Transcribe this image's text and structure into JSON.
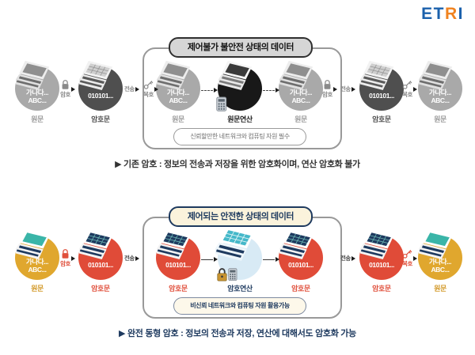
{
  "logo": {
    "letters": [
      {
        "ch": "E"
      },
      {
        "ch": "T"
      },
      {
        "ch": "R"
      },
      {
        "ch": "I"
      }
    ],
    "colors": {
      "blue": "#1b61ac",
      "orange": "#f08320"
    }
  },
  "sections": [
    {
      "title": "제어불가 불안전 상태의 데이터",
      "box_note": "신뢰할만한 네트워크와 컴퓨팅 자원 필수",
      "caption": "▶ 기존 암호 : 정보의 전송과 저장을 위한 암호화이며, 연산 암호화 불가",
      "nodes": [
        {
          "type": "plaintext",
          "text1": "가나다...",
          "text2": "ABC...",
          "label": "원문"
        },
        {
          "type": "ciphertext",
          "text1": "010101...",
          "label": "암호문"
        },
        {
          "type": "plaintext",
          "text1": "가나다...",
          "text2": "ABC...",
          "label": "원문"
        },
        {
          "type": "plaintext-compute",
          "label": "원문연산"
        },
        {
          "type": "plaintext",
          "text1": "가나다...",
          "text2": "ABC...",
          "label": "원문"
        },
        {
          "type": "ciphertext",
          "text1": "010101...",
          "label": "암호문"
        },
        {
          "type": "plaintext",
          "text1": "가나다...",
          "text2": "ABC...",
          "label": "원문"
        }
      ],
      "connectors": [
        {
          "icon": "lock",
          "label": "암호"
        },
        {
          "label": "전송"
        },
        {
          "icon": "key",
          "label": "복호"
        },
        {
          "type": "dashed-arrow"
        },
        {
          "type": "dashed-arrow"
        },
        {
          "icon": "lock",
          "label": "암호"
        },
        {
          "label": "전송"
        },
        {
          "icon": "key",
          "label": "복호"
        }
      ]
    },
    {
      "title": "제어되는 안전한 상태의 데이터",
      "box_note": "비신뢰 네트워크와 컴퓨팅 자원 활용가능",
      "caption": "▶ 완전 동형 암호 : 정보의 전송과 저장, 연산에 대해서도 암호화 가능",
      "nodes": [
        {
          "type": "plaintext",
          "text1": "가나다...",
          "text2": "ABC...",
          "label": "원문"
        },
        {
          "type": "ciphertext",
          "text1": "010101...",
          "label": "암호문"
        },
        {
          "type": "ciphertext",
          "text1": "010101...",
          "label": "암호문"
        },
        {
          "type": "ciphertext-compute",
          "label": "암호연산"
        },
        {
          "type": "ciphertext",
          "text1": "010101...",
          "label": "암호문"
        },
        {
          "type": "ciphertext",
          "text1": "010101...",
          "label": "암호문"
        },
        {
          "type": "plaintext",
          "text1": "가나다...",
          "text2": "ABC...",
          "label": "원문"
        }
      ],
      "connectors": [
        {
          "icon": "lock",
          "label": "암호"
        },
        {
          "label": "전송"
        },
        {
          "type": "solid-arrow"
        },
        {
          "type": "solid-arrow"
        },
        {
          "label": "전송"
        },
        {
          "icon": "key",
          "label": "복호"
        }
      ]
    }
  ],
  "colors": {
    "unsafe_title_bg": "#d6d6d6",
    "unsafe_border": "#2f2f2f",
    "safe_title_bg": "#fbf3dc",
    "safe_navy": "#1e3a5f",
    "gray_circle": "#a9a9a9",
    "darkgray_circle": "#4f4f4f",
    "black_circle": "#181818",
    "gold_circle": "#e0a72e",
    "red_circle": "#e04b38",
    "lightblue_circle": "#d8eaf5",
    "teal_screen": "#3ab5a8",
    "red_accent": "#e0503c"
  }
}
